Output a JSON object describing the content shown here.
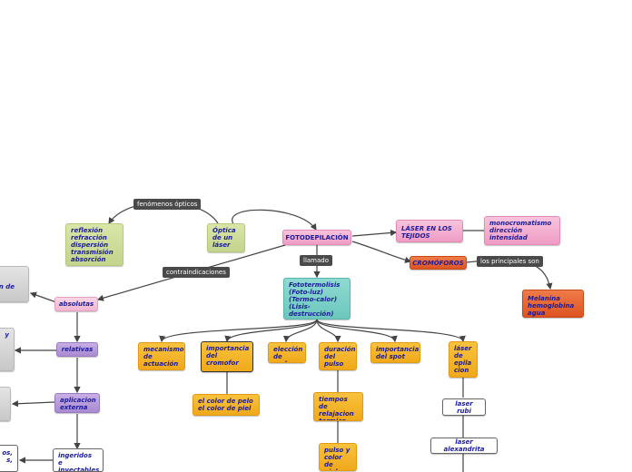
{
  "nodes": {
    "fotodepilacion": "FOTODEPILACIÓN",
    "optica": "Óptica\nde un\nláser",
    "reflexion": "reflexión\nrefracción\ndispersión\ntransmisión\nabsorción",
    "laser_tejidos": "LÁSER EN LOS\nTEJIDOS",
    "monocromatismo": "monocromatismo\ndirección\nintensidad",
    "cromoforos": "CROMÓFOROS",
    "melanina": "Melanina\nhemoglobina\nagua",
    "fototermolisis": "Fototermolisis\n(Foto-luz)\n(Termo-calor)\n(Lisis-\ndestrucción)",
    "absolutas": "absolutas",
    "relativas": "relativas",
    "aplicacion": "aplicacion\nexterna",
    "ingeridos": "ingeridos e\ninyectables",
    "left1": "ón de",
    "left2": "y",
    "left4": "os,\ns,",
    "mecanismo": "mecanismo\nde\nactuación",
    "importancia_cromofor": "importancia\ndel\ncromofor",
    "eleccion": "elección\nde onda",
    "duracion": "duración\ndel\npulso",
    "importancia_spot": "importancia\ndel spot",
    "laser_epilacion": "láser\nde\nepila\ncion",
    "color_pelo": "el color de pelo\nel color de piel",
    "tiempos": "tiempos de\nrelajacion\ntermica",
    "pulso_color": "pulso y\ncolor de\npiel",
    "laser_rubi": "laser rubi",
    "laser_alexandrita": "laser alexandrita"
  },
  "labels": {
    "fenomenos": "fenómenos ópticos",
    "contraindicaciones": "contraindicaciones",
    "llamado": "llamado",
    "principales": "los principales son"
  }
}
